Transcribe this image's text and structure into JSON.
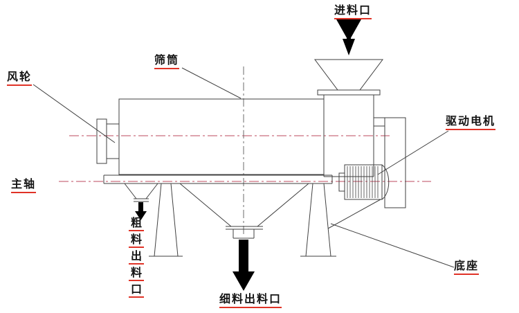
{
  "diagram": {
    "type": "engineering-drawing",
    "subject": "rotary sieve / air classifier machine side view",
    "labels": {
      "feed_inlet": "进料口",
      "sieve_drum": "筛筒",
      "fan_wheel": "风轮",
      "main_shaft": "主轴",
      "drive_motor": "驱动电机",
      "base": "底座",
      "fine_outlet": "细料出料口",
      "coarse_outlet_chars": [
        "粗",
        "料",
        "出",
        "料",
        "口"
      ]
    },
    "colors": {
      "line": "#3f3f3f",
      "centerline": "#c96e7e",
      "label_underline": "#e03226",
      "arrow_fill": "#000000",
      "background": "#ffffff"
    }
  }
}
